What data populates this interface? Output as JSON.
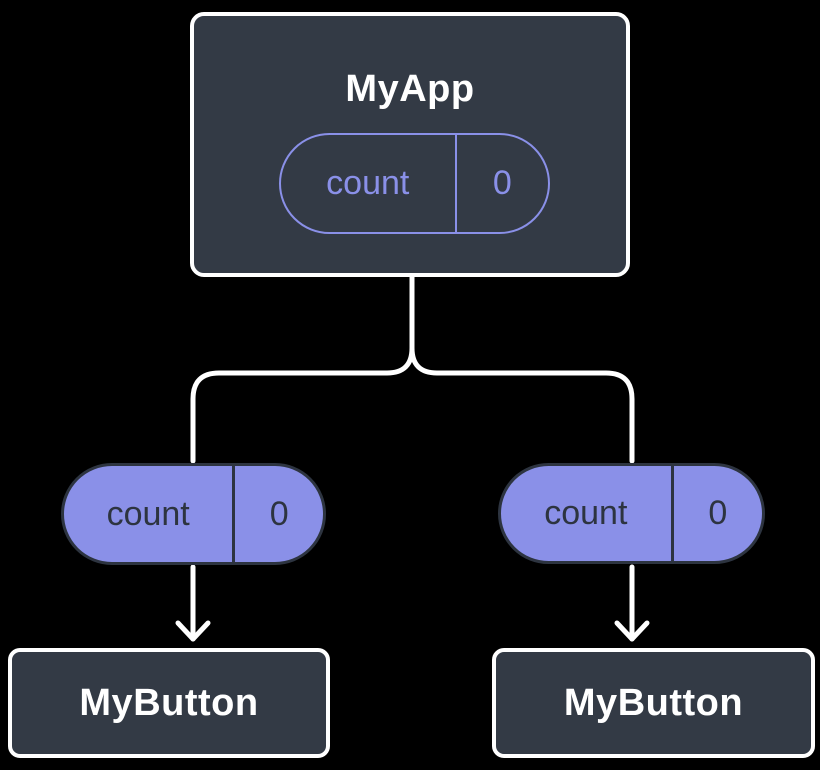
{
  "diagram": {
    "root": {
      "label": "MyApp",
      "state_pill": {
        "name": "count",
        "value": "0"
      }
    },
    "left_branch": {
      "prop_pill": {
        "name": "count",
        "value": "0"
      },
      "child_label": "MyButton"
    },
    "right_branch": {
      "prop_pill": {
        "name": "count",
        "value": "0"
      },
      "child_label": "MyButton"
    }
  },
  "theme": {
    "background": "#000000",
    "slate": "#333a45",
    "white": "#ffffff",
    "purple": "#8a90e8",
    "dark_ink": "#2d3440"
  }
}
